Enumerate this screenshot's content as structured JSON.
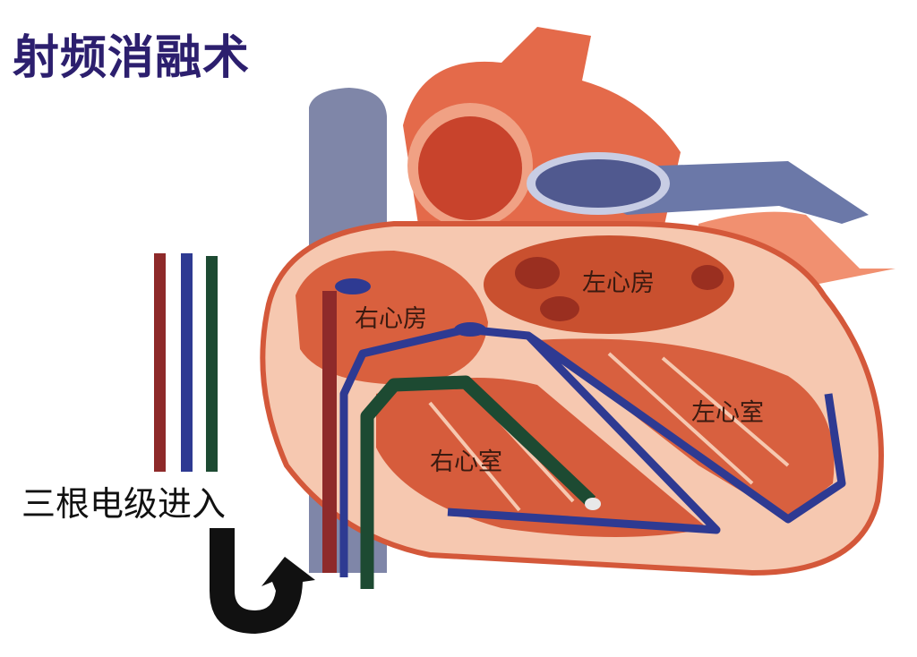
{
  "title": "射频消融术",
  "caption": "三根电级进入",
  "labels": {
    "right_atrium": "右心房",
    "left_atrium": "左心房",
    "left_ventricle": "左心室",
    "right_ventricle": "右心室"
  },
  "colors": {
    "title": "#2c1f6e",
    "electrode_red": "#8e2a2a",
    "electrode_blue": "#2e3a92",
    "electrode_green": "#1d4a32",
    "heart_muscle": "#d4583a",
    "heart_tissue": "#f6c8b0",
    "vein": "#7f86a8"
  }
}
